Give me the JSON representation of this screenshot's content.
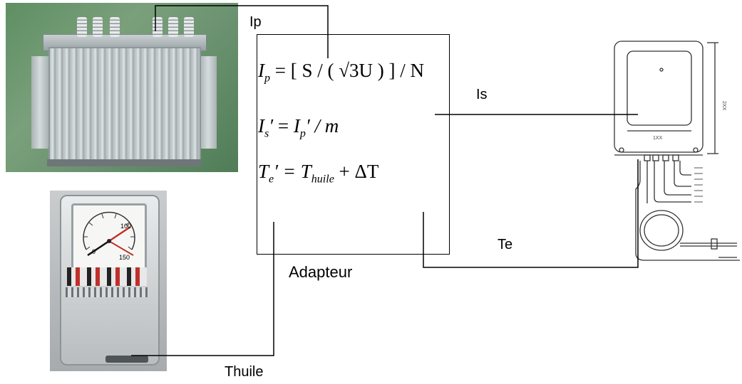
{
  "labels": {
    "ip": "Ip",
    "is": "Is",
    "te": "Te",
    "adapter": "Adapteur",
    "thuile": "Thuile"
  },
  "equations": {
    "eq1": {
      "lhs": "I",
      "lhs_sub": "p",
      "rhs": "= [ S / ( √3U ) ] / N"
    },
    "eq2": {
      "lhs": "I",
      "lhs_sub": "s",
      "prime": "′",
      "rhs_var": "I",
      "rhs_sub": "p",
      "rhs": "′ / m"
    },
    "eq3": {
      "lhs": "T",
      "lhs_sub": "e",
      "prime": "′",
      "rhs": "= T",
      "rhs_sub": "huile",
      "tail": " + ΔT"
    }
  },
  "dial": {
    "scale_mid": "100",
    "scale_low": "0",
    "scale_high": "150"
  },
  "drawing": {
    "dim_width": "1XX",
    "dim_height": "2XX"
  }
}
